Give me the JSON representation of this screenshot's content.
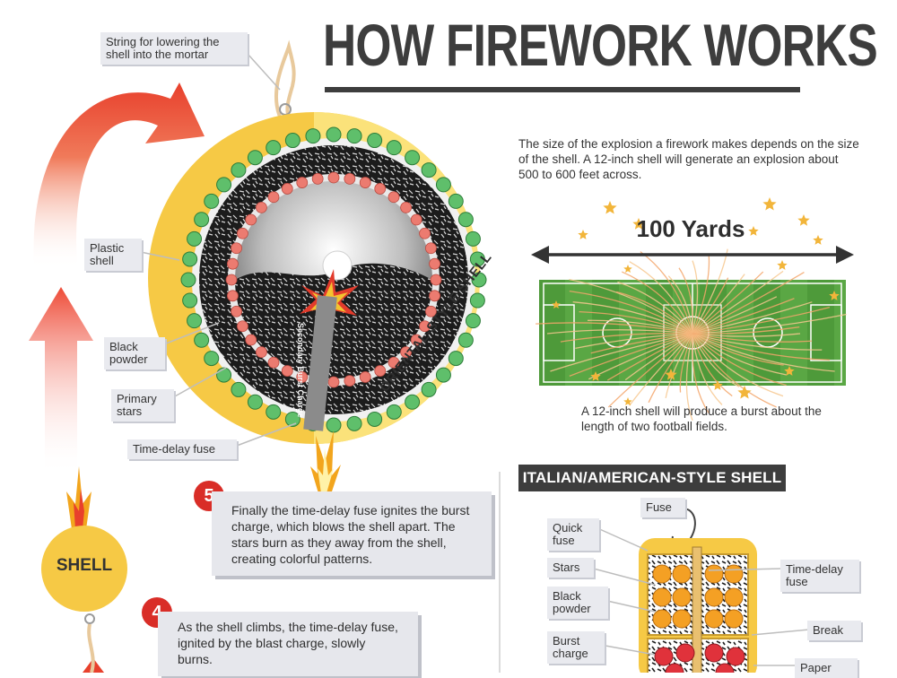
{
  "title": "HOW FIREWORK WORKS",
  "labels": {
    "string": "String for lowering the shell into the mortar",
    "plastic_shell": "Plastic shell",
    "black_powder": "Black powder",
    "primary_stars": "Primary stars",
    "time_delay_fuse": "Time-delay fuse",
    "oriental_style_shell": "ORIENTAL-STYLE SHELL",
    "burst_charge_vertical": "Secondary Burst Charge"
  },
  "intro_text": "The size of the explosion a firework makes depends on the size of the shell. A 12-inch shell will generate an explosion about 500 to 600 feet across.",
  "field": {
    "yards_label": "100 Yards",
    "caption": "A 12-inch shell will produce a burst about the length of two football fields."
  },
  "steps": [
    {
      "number": "5",
      "text": "Finally the time-delay fuse ignites the burst charge, which blows the shell apart. The stars burn as they away from the shell, creating colorful patterns."
    },
    {
      "number": "4",
      "text": "As the shell climbs, the time-delay fuse, ignited by the blast charge, slowly burns."
    }
  ],
  "shell_badge": "SHELL",
  "italian": {
    "section_title": "ITALIAN/AMERICAN-STYLE SHELL",
    "labels": {
      "fuse": "Fuse",
      "quick_fuse": "Quick fuse",
      "stars": "Stars",
      "black_powder": "Black powder",
      "burst_charge": "Burst charge",
      "time_delay_fuse": "Time-delay fuse",
      "break": "Break",
      "paper": "Paper"
    }
  },
  "colors": {
    "accent_red": "#d92d27",
    "shell_yellow": "#f6c945",
    "star_green": "#5fbf6b",
    "star_red": "#ec7b70",
    "dark": "#3d3d3d",
    "label_bg": "#e9eaef"
  }
}
